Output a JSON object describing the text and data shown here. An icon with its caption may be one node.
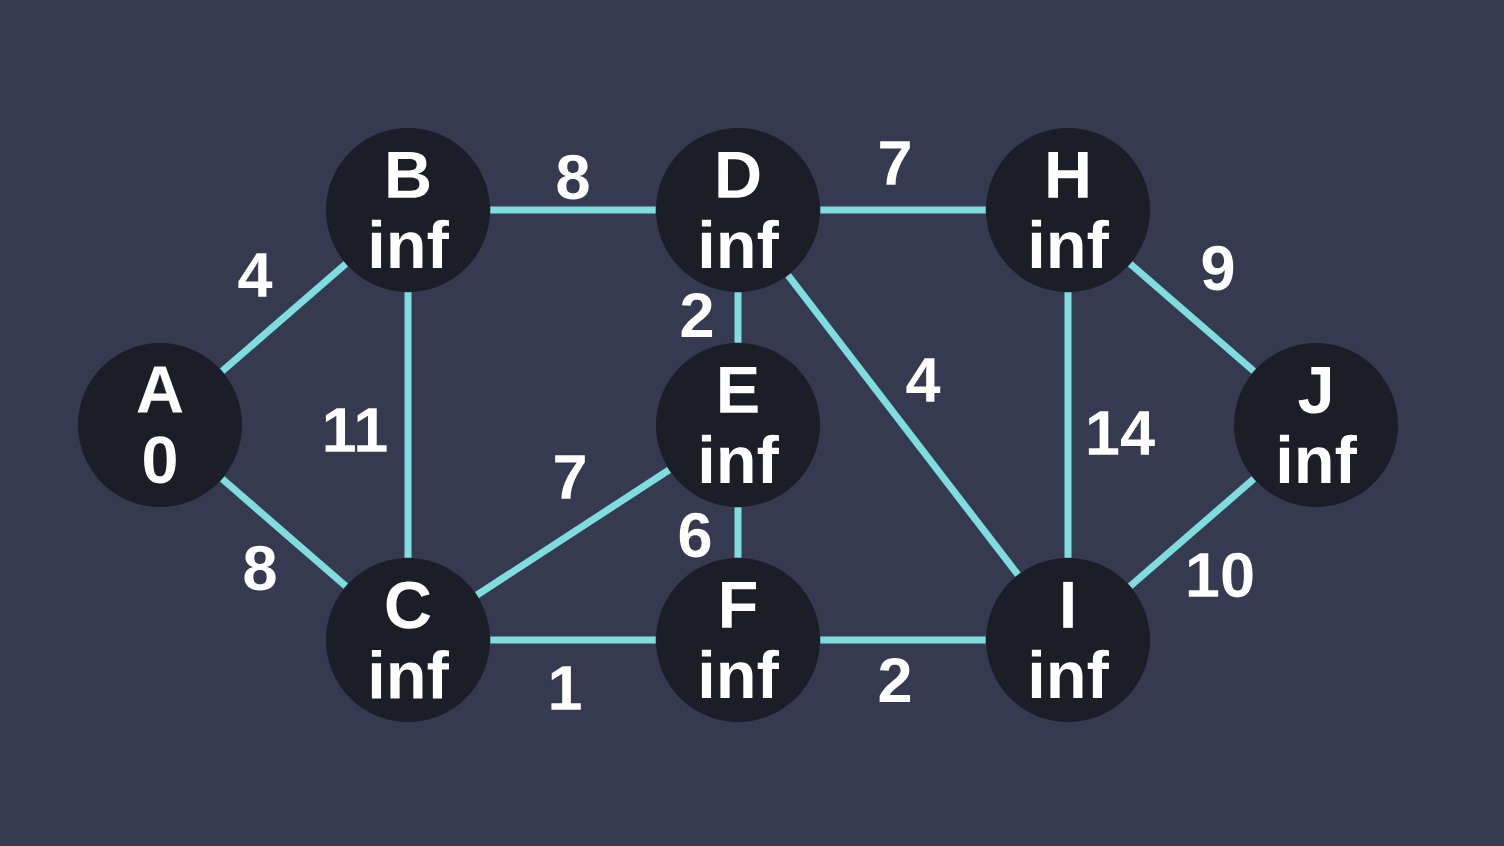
{
  "diagram": {
    "nodes": [
      {
        "text": [
          "A",
          "0"
        ]
      },
      {
        "text": [
          "B",
          "inf"
        ]
      },
      {
        "text": [
          "C",
          "inf"
        ]
      },
      {
        "text": [
          "D",
          "inf"
        ]
      },
      {
        "text": [
          "E",
          "inf"
        ]
      },
      {
        "text": [
          "F",
          "inf"
        ]
      },
      {
        "text": [
          "H",
          "inf"
        ]
      },
      {
        "text": [
          "I",
          "inf"
        ]
      },
      {
        "text": [
          "J",
          "inf"
        ]
      }
    ],
    "edges": [
      {
        "from": 0,
        "to": 1,
        "arrow": "none",
        "label": "4"
      },
      {
        "from": 0,
        "to": 2,
        "arrow": "none",
        "label": "8"
      },
      {
        "from": 1,
        "to": 3,
        "arrow": "none",
        "label": "8"
      },
      {
        "from": 1,
        "to": 2,
        "arrow": "none",
        "label": "11"
      },
      {
        "from": 3,
        "to": 6,
        "arrow": "none",
        "label": "7"
      },
      {
        "from": 3,
        "to": 4,
        "arrow": "none",
        "label": "2"
      },
      {
        "from": 3,
        "to": 7,
        "arrow": "none",
        "label": "4"
      },
      {
        "from": 2,
        "to": 4,
        "arrow": "none",
        "label": "7"
      },
      {
        "from": 2,
        "to": 5,
        "arrow": "none",
        "label": "1"
      },
      {
        "from": 4,
        "to": 5,
        "arrow": "none",
        "label": "6"
      },
      {
        "from": 5,
        "to": 7,
        "arrow": "none",
        "label": "2"
      },
      {
        "from": 6,
        "to": 7,
        "arrow": "none",
        "label": "14"
      },
      {
        "from": 6,
        "to": 8,
        "arrow": "none",
        "label": "9"
      },
      {
        "from": 7,
        "to": 8,
        "arrow": "none",
        "label": "10"
      }
    ]
  }
}
